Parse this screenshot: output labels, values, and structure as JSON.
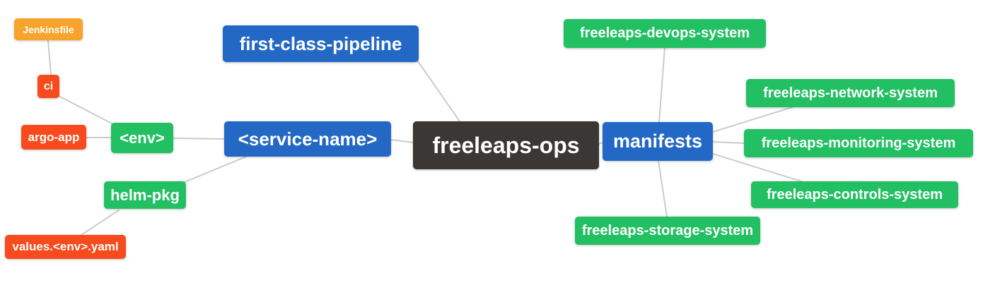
{
  "diagram": {
    "kind": "mindmap",
    "root": "freeleaps-ops"
  },
  "colors": {
    "blue": "#2368c4",
    "green": "#22c063",
    "red": "#f74b1d",
    "orange": "#f8a42c",
    "dark": "#3b3734",
    "edge": "#cbcbcb",
    "node_text": "#ffffff",
    "background": "#ffffff"
  },
  "nodes": {
    "jenkinsfile": {
      "label": "Jenkinsfile"
    },
    "ci": {
      "label": "ci"
    },
    "argo_app": {
      "label": "argo-app"
    },
    "env": {
      "label": "<env>"
    },
    "helm_pkg": {
      "label": "helm-pkg"
    },
    "values_env_yaml": {
      "label": "values.<env>.yaml"
    },
    "first_class_pipeline": {
      "label": "first-class-pipeline"
    },
    "service_name": {
      "label": "<service-name>"
    },
    "freeleaps_ops": {
      "label": "freeleaps-ops"
    },
    "manifests": {
      "label": "manifests"
    },
    "devops_system": {
      "label": "freeleaps-devops-system"
    },
    "network_system": {
      "label": "freeleaps-network-system"
    },
    "monitoring_system": {
      "label": "freeleaps-monitoring-system"
    },
    "controls_system": {
      "label": "freeleaps-controls-system"
    },
    "storage_system": {
      "label": "freeleaps-storage-system"
    }
  },
  "edges": [
    {
      "from": "Jenkinsfile",
      "to": "ci"
    },
    {
      "from": "ci",
      "to": "<env>"
    },
    {
      "from": "argo-app",
      "to": "<env>"
    },
    {
      "from": "<env>",
      "to": "<service-name>"
    },
    {
      "from": "helm-pkg",
      "to": "<service-name>"
    },
    {
      "from": "values.<env>.yaml",
      "to": "helm-pkg"
    },
    {
      "from": "first-class-pipeline",
      "to": "freeleaps-ops"
    },
    {
      "from": "<service-name>",
      "to": "freeleaps-ops"
    },
    {
      "from": "freeleaps-ops",
      "to": "manifests"
    },
    {
      "from": "freeleaps-devops-system",
      "to": "manifests"
    },
    {
      "from": "manifests",
      "to": "freeleaps-network-system"
    },
    {
      "from": "manifests",
      "to": "freeleaps-monitoring-system"
    },
    {
      "from": "manifests",
      "to": "freeleaps-controls-system"
    },
    {
      "from": "manifests",
      "to": "freeleaps-storage-system"
    }
  ]
}
